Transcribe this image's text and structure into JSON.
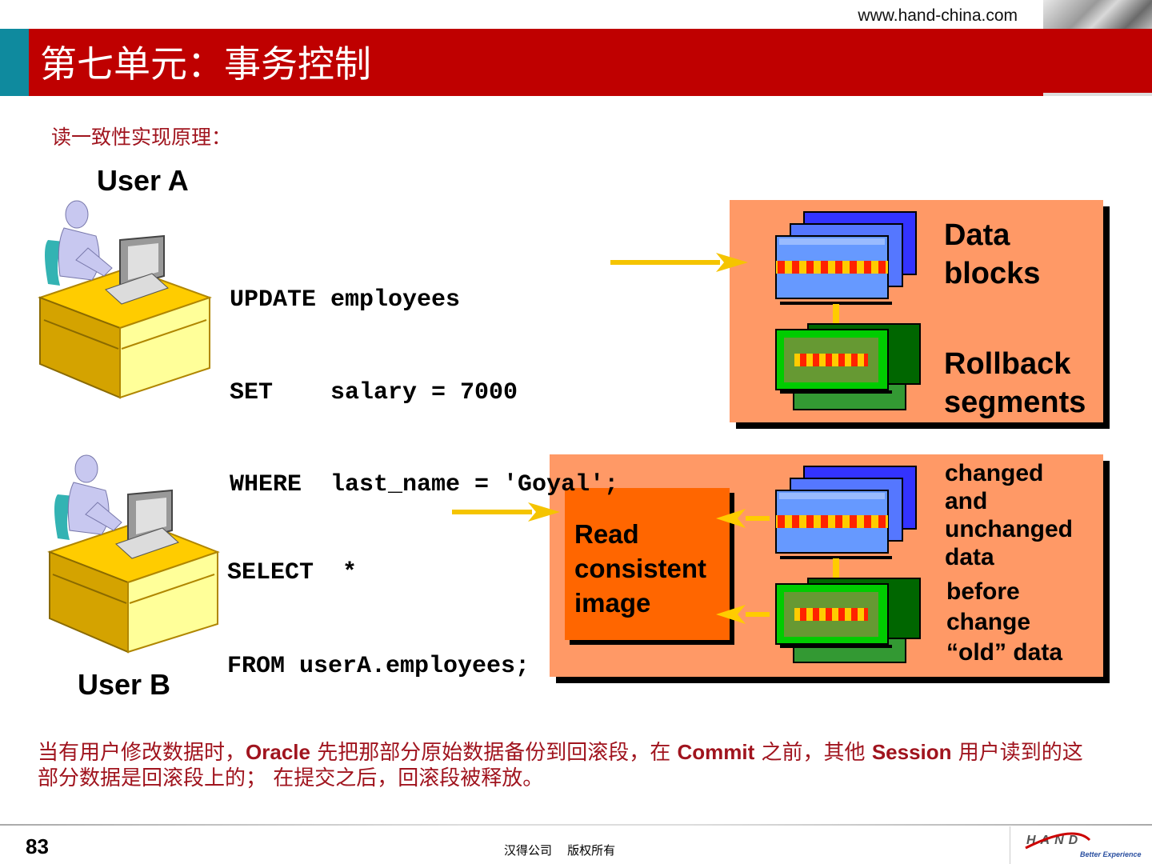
{
  "header": {
    "website": "www.hand-china.com",
    "title": "第七单元：事务控制"
  },
  "slide": {
    "subtitle": "读一致性实现原理：",
    "user_a": {
      "label": "User A",
      "sql": [
        "UPDATE employees",
        "SET    salary = 7000",
        "WHERE  last_name = 'Goyal';"
      ]
    },
    "user_b": {
      "label": "User B",
      "sql": [
        "SELECT  *",
        "FROM userA.employees;"
      ]
    },
    "top_panel": {
      "data_blocks": [
        "Data",
        "blocks"
      ],
      "rollback_segments": [
        "Rollback",
        "segments"
      ]
    },
    "bottom_panel": {
      "read_consistent": [
        "Read",
        "consistent",
        "image"
      ],
      "changed_data": [
        "changed",
        "and",
        "unchanged",
        "data"
      ],
      "before_change": [
        "before",
        "change",
        "“old” data"
      ]
    },
    "note": {
      "line1_parts": [
        "当有用户修改数据时，",
        "Oracle",
        " 先把那部分原始数据备份到回滚段，在 ",
        "Commit",
        " 之前，其他 ",
        "Session",
        " 用户读到的这"
      ],
      "line2": "部分数据是回滚段上的；  在提交之后，回滚段被释放。"
    }
  },
  "footer": {
    "page_number": "83",
    "copyright": "汉得公司    版权所有",
    "logo_text": "HAND",
    "logo_tagline": "Better Experience"
  },
  "colors": {
    "title_bar": "#bf0000",
    "accent_teal": "#0f8a9e",
    "panel": "#ff9966",
    "read_box": "#ff6600",
    "data_block": "#6699ff",
    "rollback": "#00cc00",
    "arrow": "#f5c400",
    "note_text": "#a0141e"
  }
}
